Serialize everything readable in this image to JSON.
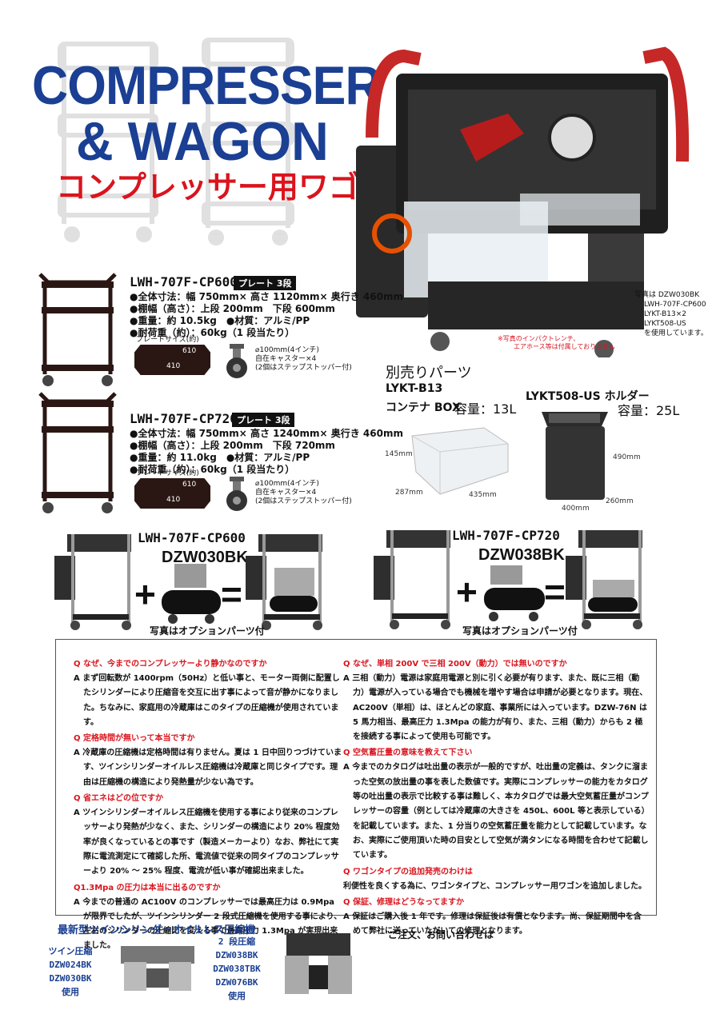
{
  "title": {
    "line1": "COMPRESSER",
    "line2": "& WAGON",
    "subtitle": "コンプレッサー用ワゴン"
  },
  "products": [
    {
      "model": "LWH-707F-CP600",
      "badge": "プレート 3段",
      "specs": [
        "●全体寸法：幅 750mm× 高さ 1120mm× 奥行き 460mm",
        "●棚幅（高さ）：上段 200mm　下段 600mm",
        "●重量：約 10.5kg　●材質：アルミ/PP",
        "●耐荷重（約）：60kg（1 段当たり）"
      ],
      "plate_label": "プレートサイズ(約)",
      "plate_w": "610",
      "plate_h": "410",
      "caster": [
        "⌀100mm(4インチ)",
        "自在キャスター×4",
        "(2個はステップストッパー付)"
      ]
    },
    {
      "model": "LWH-707F-CP720",
      "badge": "プレート 3段",
      "specs": [
        "●全体寸法：幅 750mm× 高さ 1240mm× 奥行き 460mm",
        "●棚幅（高さ）：上段 200mm　下段 720mm",
        "●重量：約 11.0kg　●材質：アルミ/PP",
        "●耐荷重（約）：60kg（1 段当たり）"
      ],
      "plate_label": "プレートサイズ(約)",
      "plate_w": "610",
      "plate_h": "410",
      "caster": [
        "⌀100mm(4インチ)",
        "自在キャスター×4",
        "(2個はステップストッパー付)"
      ]
    }
  ],
  "photo_caption": [
    "写真は DZW030BK",
    "LWH-707F-CP600",
    "LYKT-B13×2",
    "LYKT508-US",
    "を使用しています。"
  ],
  "photo_note": [
    "※写真のインパクトレンチ、",
    "エアホース等は付属しておりません"
  ],
  "parts": {
    "heading": "別売りパーツ",
    "b13_code": "LYKT-B13",
    "b13_name": "コンテナ BOX",
    "b13_cap": "容量：13L",
    "b13_dims": [
      "145mm",
      "287mm",
      "435mm"
    ],
    "us_name": "LYKT508-US  ホルダー",
    "us_cap": "容量：25L",
    "us_dims": [
      "490mm",
      "400mm",
      "260mm"
    ]
  },
  "combos": [
    {
      "model": "LWH-707F-CP600",
      "code": "DZW030BK",
      "plus": "+",
      "eq": "=",
      "caption": "写真はオプションパーツ付"
    },
    {
      "model": "LWH-707F-CP720",
      "code": "DZW038BK",
      "plus": "+",
      "eq": "=",
      "caption": "写真はオプションパーツ付"
    }
  ],
  "faq_left": [
    {
      "q": "Q なぜ、今までのコンプレッサーより静かなのですか",
      "a": "A まず回転数が 1400rpm（50Hz）と低い事と、モーター両側に配置したシリンダーにより圧縮音を交互に出す事によって音が静かになりました。ちなみに、家庭用の冷蔵庫はこのタイプの圧縮機が使用されています。"
    },
    {
      "q": "Q 定格時間が無いって本当ですか",
      "a": "A 冷蔵庫の圧縮機は定格時間は有りません。夏は 1 日中回りつづけています、ツインシリンダーオイルレス圧縮機は冷蔵庫と同じタイプです。理由は圧縮機の構造により発熱量が少ない為です。"
    },
    {
      "q": "Q 省エネはどの位ですか",
      "a": "A ツインシリンダーオイルレス圧縮機を使用する事により従来のコンプレッサーより発熱が少なく、また、シリンダーの構造により 20% 程度効率が良くなっているとの事です（製造メーカーより）なお、弊社にて実際に電流測定にて確認した所、電流値で従来の同タイプのコンプレッサーより 20% ～ 25% 程度、電流が低い事が確認出来ました。"
    },
    {
      "q": "Q1.3Mpa の圧力は本当に出るのですか",
      "a": "A 今までの普通の AC100V のコンプレッサーでは最高圧力は 0.9Mpa が限界でしたが、ツインシリンダー 2 段式圧縮機を使用する事により、左右のシリンダーの圧縮比を変える事で最高圧力 1.3Mpa が実現出来ました。"
    }
  ],
  "faq_right": [
    {
      "q": "Q なぜ、単相 200V で三相 200V（動力）では無いのですか",
      "a": "A 三相（動力）電源は家庭用電源と別に引く必要が有ります、また、既に三相（動力）電源が入っている場合でも機械を増やす場合は申請が必要となります。現在、AC200V（単相）は、ほとんどの家庭、事業所には入っています。DZW-76N は 5 馬力相当、最高圧力 1.3Mpa の能力が有り、また、三相（動力）からも 2 極を接続する事によって使用も可能です。"
    },
    {
      "q": "Q 空気蓄圧量の意味を教えて下さい",
      "a": "A 今までのカタログは吐出量の表示が一般的ですが、吐出量の定義は、タンクに溜まった空気の放出量の事を表した数値です。実際にコンプレッサーの能力をカタログ等の吐出量の表示で比較する事は難しく、本カタログでは最大空気蓄圧量がコンプレッサーの容量（例としては冷蔵庫の大きさを 450L、600L 等と表示している）を記載しています。また、1 分当りの空気蓄圧量を能力として記載しています。なお、実際にご使用頂いた時の目安として空気が満タンになる時間を合わせて記載しています。"
    },
    {
      "q": "Q ワゴンタイプの追加発売のわけは",
      "a": "利便性を良くする為に、ワゴンタイプと、コンプレッサー用ワゴンを追加しました。"
    },
    {
      "q": "Q 保証、修理はどうなってますか",
      "a": "A 保証はご購入後 1 年です。修理は保証後は有償となります。尚、保証期間中を含めて弊社に送っていただいての修理となります。"
    }
  ],
  "bottom": {
    "title": "最新型ツインシリンダーオイルレス圧縮機",
    "left_label": "ツイン圧縮",
    "left_models": [
      "DZW024BK",
      "DZW030BK"
    ],
    "left_use": "使用",
    "right_label": "2 段圧縮",
    "right_models": [
      "DZW038BK",
      "DZW038TBK",
      "DZW076BK"
    ],
    "right_use": "使用",
    "contact": "ご注文、お問い合わせは"
  }
}
